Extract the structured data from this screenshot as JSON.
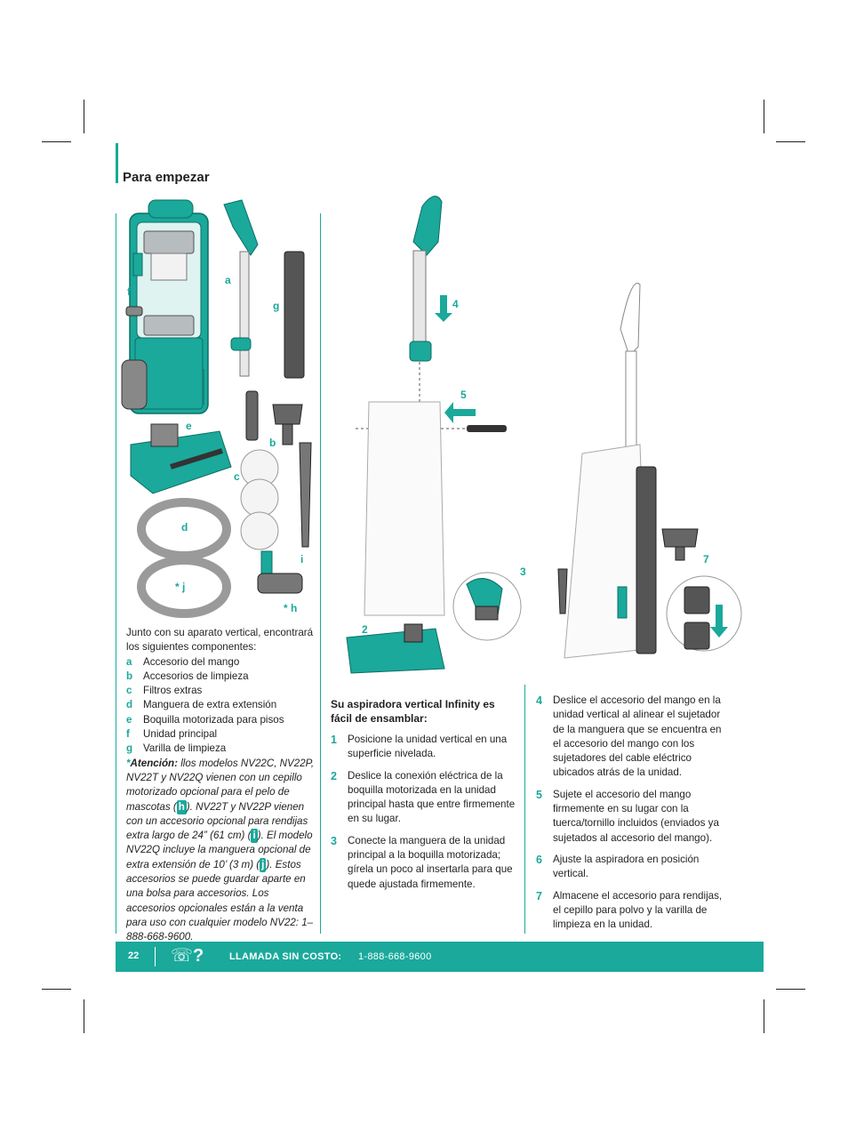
{
  "page": {
    "title": "Para empezar"
  },
  "parts_labels": {
    "a": "a",
    "b": "b",
    "c": "c",
    "d": "d",
    "e": "e",
    "f": "f",
    "g": "g",
    "h": "* h",
    "i": "i",
    "j": "* j"
  },
  "step_labels": {
    "s2": "2",
    "s3": "3",
    "s4": "4",
    "s5": "5",
    "s7": "7"
  },
  "intro": {
    "text": "Junto con su aparato vertical, encontrará los siguientes componentes:",
    "parts": [
      {
        "key": "a",
        "label": "Accesorio del mango"
      },
      {
        "key": "b",
        "label": "Accesorios de limpieza"
      },
      {
        "key": "c",
        "label": "Filtros extras"
      },
      {
        "key": "d",
        "label": "Manguera de extra extensión"
      },
      {
        "key": "e",
        "label": "Boquilla motorizada para pisos"
      },
      {
        "key": "f",
        "label": "Unidad principal"
      },
      {
        "key": "g",
        "label": "Varilla de limpieza"
      }
    ],
    "note_asterisk": "*",
    "note_head": "Atención:",
    "note_1": " llos modelos NV22C, NV22P, NV22T y NV22Q vienen con un cepillo motorizado opcional para el pelo de mascotas (",
    "note_chip_h": "h",
    "note_2": "). NV22T y NV22P vienen con un accesorio opcional para rendijas extra largo de 24” (61 cm) (",
    "note_chip_i": "i",
    "note_3": "). El modelo NV22Q incluye la manguera opcional de extra extensión de 10’ (3 m) (",
    "note_chip_j": "j",
    "note_4": "). Estos accesorios se puede guardar aparte en una bolsa para accesorios. Los accesorios opcionales están a la venta para uso con cualquier modelo NV22: 1–888-668-9600."
  },
  "assembly": {
    "heading": "Su aspiradora vertical Infinity es fácil de ensamblar:",
    "steps_left": [
      {
        "n": "1",
        "text": "Posicione la unidad vertical en una superficie nivelada."
      },
      {
        "n": "2",
        "text": "Deslice la conexión eléctrica de la boquilla motorizada en la unidad principal hasta que entre firmemente en su lugar."
      },
      {
        "n": "3",
        "text": "Conecte la manguera de la unidad principal a la boquilla motorizada; gírela un poco al insertarla para que quede ajustada firmemente."
      }
    ],
    "steps_right": [
      {
        "n": "4",
        "text": "Deslice el accesorio del mango en la unidad vertical al alinear el sujetador de la manguera que se encuentra en el accesorio del mango con los sujetadores del cable eléctrico ubicados atrás de la unidad."
      },
      {
        "n": "5",
        "text": "Sujete el accesorio del mango firmemente en su lugar con la tuerca/tornillo incluidos (enviados ya sujetados al accesorio del mango)."
      },
      {
        "n": "6",
        "text": "Ajuste la aspiradora en posición vertical."
      },
      {
        "n": "7",
        "text": "Almacene el accesorio para rendijas, el cepillo para polvo y la varilla de limpieza en la unidad."
      }
    ]
  },
  "footer": {
    "page_number": "22",
    "icon": "☏?",
    "label": "LLAMADA SIN COSTO:",
    "phone": "1-888-668-9600"
  },
  "colors": {
    "accent": "#1aa99b",
    "text": "#231f20"
  }
}
